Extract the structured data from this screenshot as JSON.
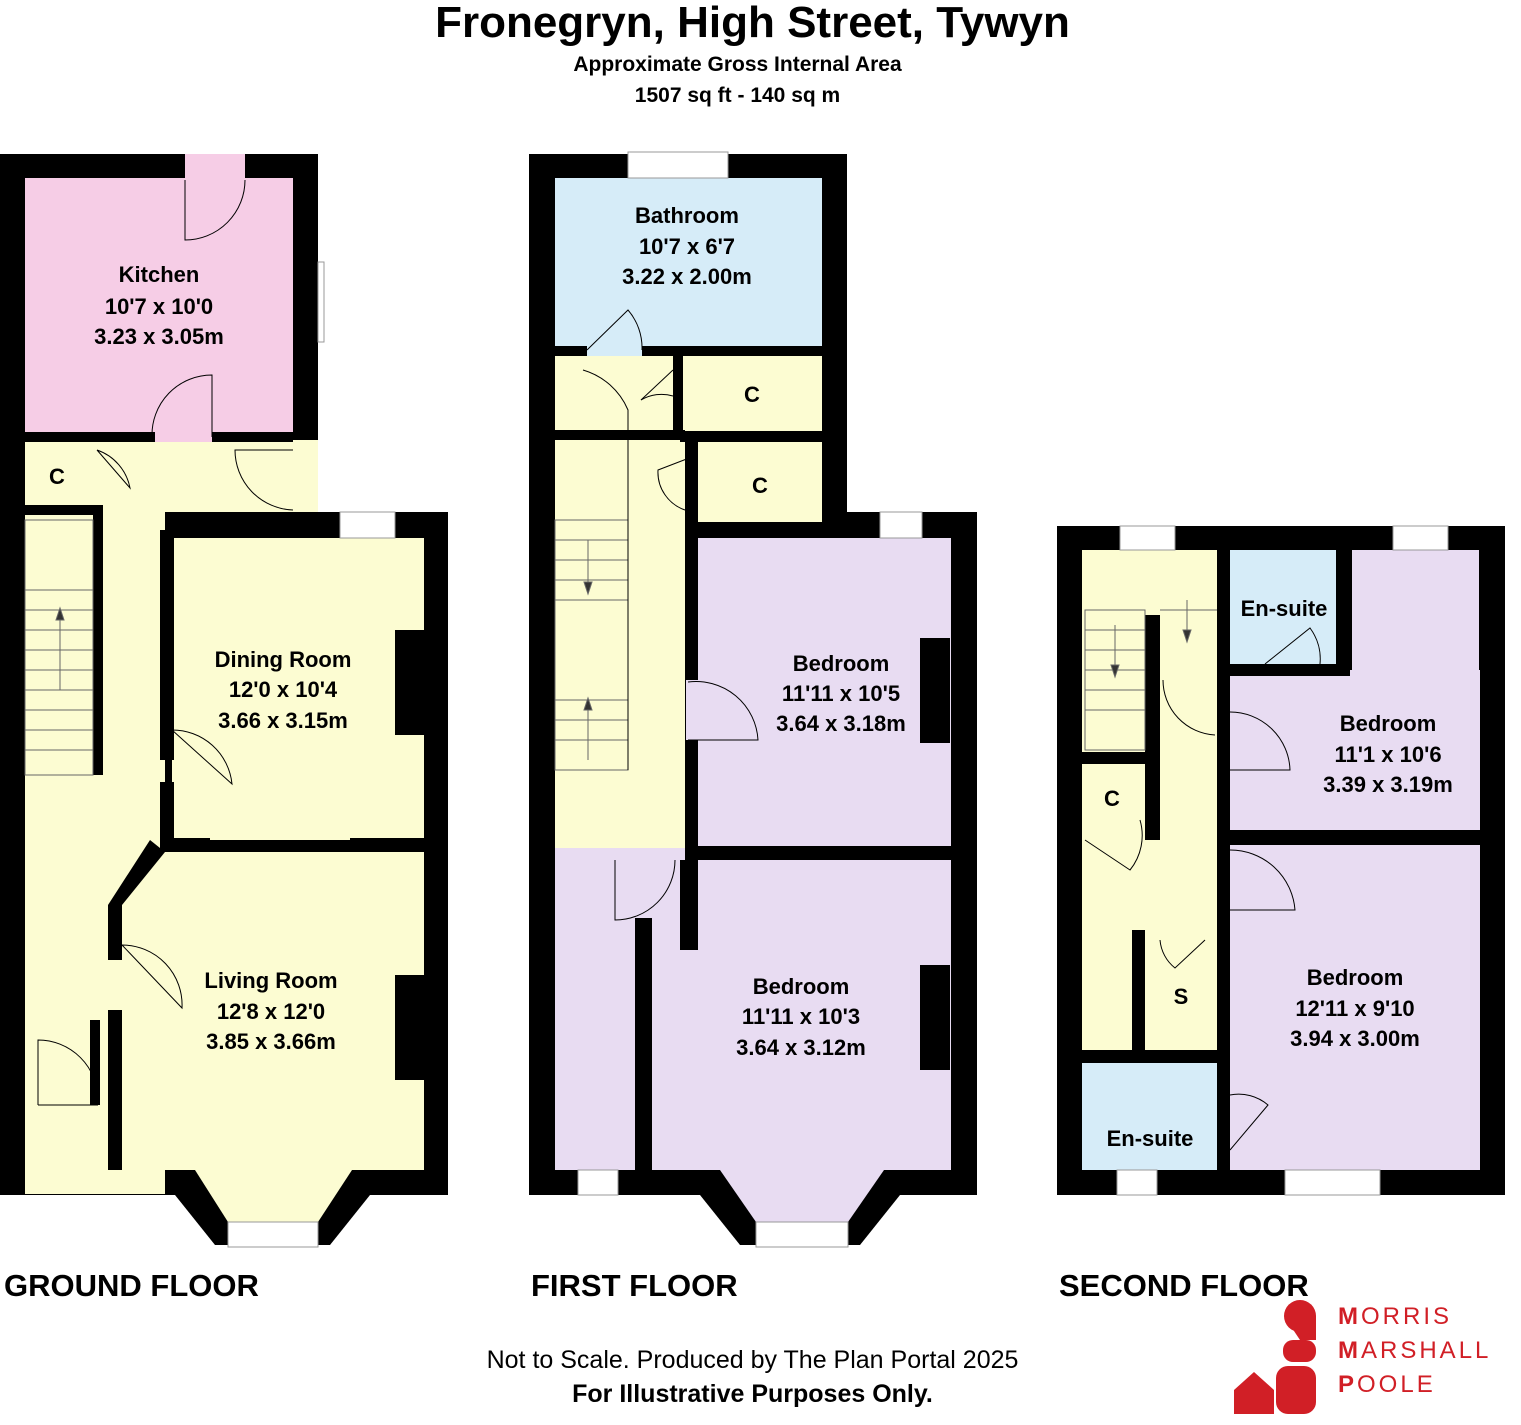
{
  "header": {
    "title": "Fronegryn, High Street, Tywyn",
    "subtitle": "Approximate Gross Internal Area",
    "area": "1507 sq ft - 140 sq m"
  },
  "floors": {
    "ground": {
      "label": "GROUND FLOOR",
      "rooms": {
        "kitchen": {
          "name": "Kitchen",
          "imperial": "10'7 x 10'0",
          "metric": "3.23 x 3.05m"
        },
        "dining": {
          "name": "Dining Room",
          "imperial": "12'0 x 10'4",
          "metric": "3.66 x 3.15m"
        },
        "living": {
          "name": "Living Room",
          "imperial": "12'8 x 12'0",
          "metric": "3.85 x 3.66m"
        },
        "cupboard": {
          "name": "C"
        }
      }
    },
    "first": {
      "label": "FIRST FLOOR",
      "rooms": {
        "bathroom": {
          "name": "Bathroom",
          "imperial": "10'7 x 6'7",
          "metric": "3.22 x 2.00m"
        },
        "bedroom1": {
          "name": "Bedroom",
          "imperial": "11'11 x 10'5",
          "metric": "3.64 x 3.18m"
        },
        "bedroom2": {
          "name": "Bedroom",
          "imperial": "11'11 x 10'3",
          "metric": "3.64 x 3.12m"
        },
        "cupboard1": {
          "name": "C"
        },
        "cupboard2": {
          "name": "C"
        }
      }
    },
    "second": {
      "label": "SECOND FLOOR",
      "rooms": {
        "ensuite1": {
          "name": "En-suite"
        },
        "bedroom3": {
          "name": "Bedroom",
          "imperial": "11'1 x 10'6",
          "metric": "3.39 x 3.19m"
        },
        "bedroom4": {
          "name": "Bedroom",
          "imperial": "12'11 x 9'10",
          "metric": "3.94 x 3.00m"
        },
        "ensuite2": {
          "name": "En-suite"
        },
        "cupboard": {
          "name": "C"
        },
        "store": {
          "name": "S"
        }
      }
    }
  },
  "footer": {
    "line1": "Not to Scale. Produced by The Plan Portal 2025",
    "line2": "For Illustrative Purposes Only."
  },
  "logo": {
    "line1_initial": "M",
    "line1_rest": "ORRIS",
    "line2_initial": "M",
    "line2_rest": "ARSHALL",
    "line3_initial": "P",
    "line3_rest": "OOLE"
  },
  "colors": {
    "kitchen": "#f6cde6",
    "hall": "#fcfcd2",
    "bedroom": "#e8dcf2",
    "bathroom": "#d6ecf8",
    "wall": "#000000",
    "brand": "#d11f26"
  }
}
